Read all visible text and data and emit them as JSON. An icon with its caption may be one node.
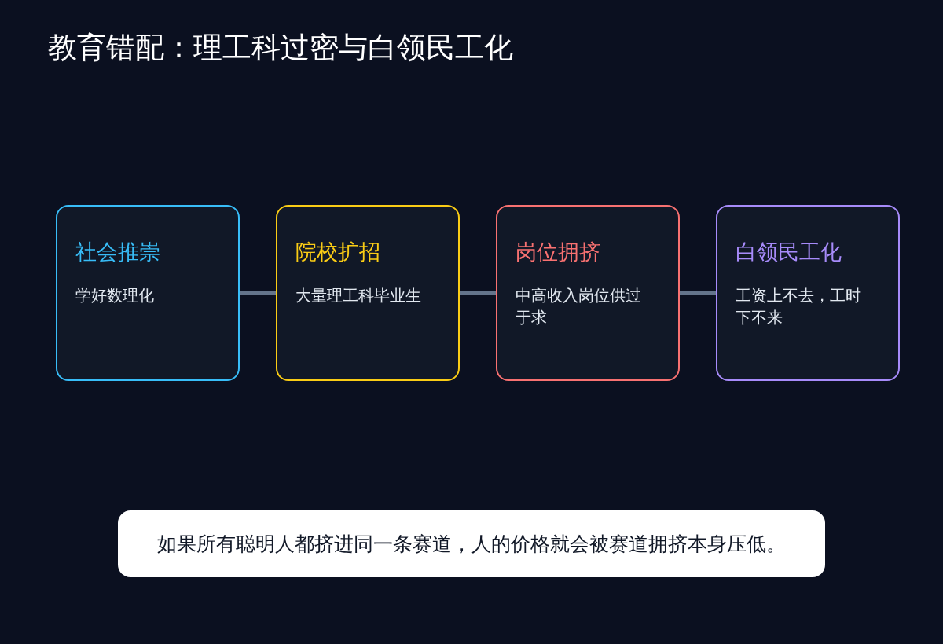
{
  "diagram": {
    "title": "教育错配：理工科过密与白领民工化",
    "nodes": [
      {
        "text": [
          "社会推崇",
          "学好数理化"
        ]
      },
      {
        "text": [
          "院校扩招",
          "大量理工科毕业生"
        ]
      },
      {
        "text": [
          "岗位拥挤",
          "中高收入岗位供过于求"
        ]
      },
      {
        "text": [
          "白领民工化",
          "工资上不去，工时下不来"
        ]
      },
      {
        "text": [
          "如果所有聪明人都挤进同一条赛道，人的价格就会被赛道拥挤本身压低。"
        ]
      }
    ],
    "edges": [
      {
        "from": 0,
        "to": 1,
        "arrow": "none"
      },
      {
        "from": 1,
        "to": 2,
        "arrow": "none"
      },
      {
        "from": 2,
        "to": 3,
        "arrow": "none"
      }
    ]
  }
}
